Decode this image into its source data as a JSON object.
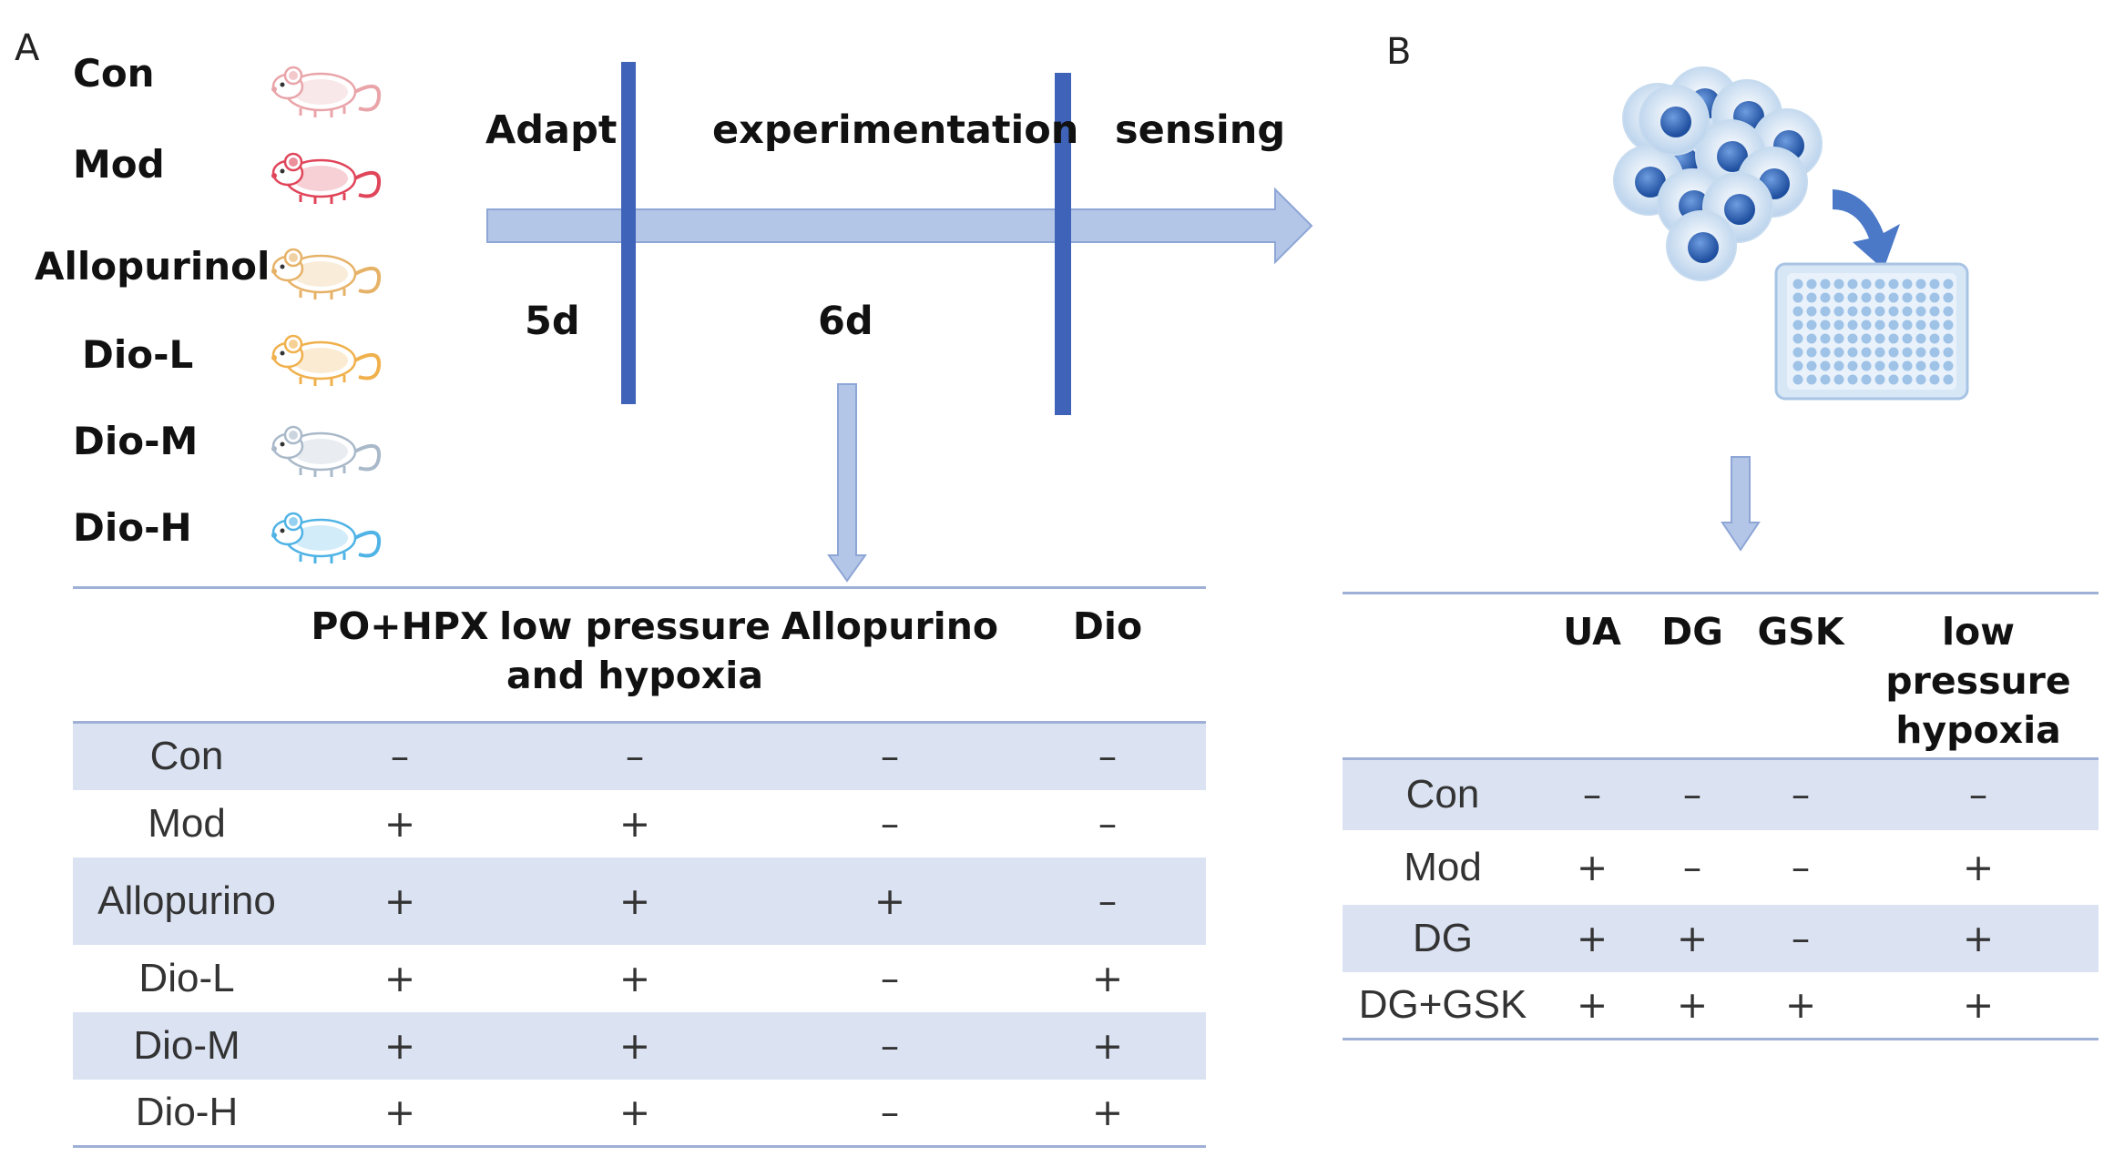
{
  "panels": {
    "a": "A",
    "b": "B"
  },
  "groups": [
    "Con",
    "Mod",
    "Allopurinol",
    "Dio-L",
    "Dio-M",
    "Dio-H"
  ],
  "mouse_colors": [
    "#e9a4a9",
    "#e0455a",
    "#e6b267",
    "#f0b04c",
    "#a9b9c9",
    "#4fb3e6"
  ],
  "timeline": {
    "phases": [
      "Adapt",
      "experimentation",
      "sensing"
    ],
    "durations": [
      "5d",
      "6d"
    ],
    "arrow_color": "#b4c6e7",
    "bar_color": "#3f63b8"
  },
  "table_a": {
    "headers": [
      "",
      "PO+HPX",
      "low pressure\nand hypoxia",
      "Allopurino",
      "Dio"
    ],
    "rows": [
      [
        "Con",
        "–",
        "–",
        "–",
        "–"
      ],
      [
        "Mod",
        "+",
        "+",
        "–",
        "–"
      ],
      [
        "Allopurino",
        "+",
        "+",
        "+",
        "–"
      ],
      [
        "Dio-L",
        "+",
        "+",
        "–",
        "+"
      ],
      [
        "Dio-M",
        "+",
        "+",
        "–",
        "+"
      ],
      [
        "Dio-H",
        "+",
        "+",
        "–",
        "+"
      ]
    ]
  },
  "table_b": {
    "headers": [
      "",
      "UA",
      "DG",
      "GSK",
      "low\npressure\nhypoxia"
    ],
    "rows": [
      [
        "Con",
        "–",
        "–",
        "–",
        "–"
      ],
      [
        "Mod",
        "+",
        "–",
        "–",
        "+"
      ],
      [
        "DG",
        "+",
        "+",
        "–",
        "+"
      ],
      [
        "DG+GSK",
        "+",
        "+",
        "+",
        "+"
      ]
    ]
  }
}
